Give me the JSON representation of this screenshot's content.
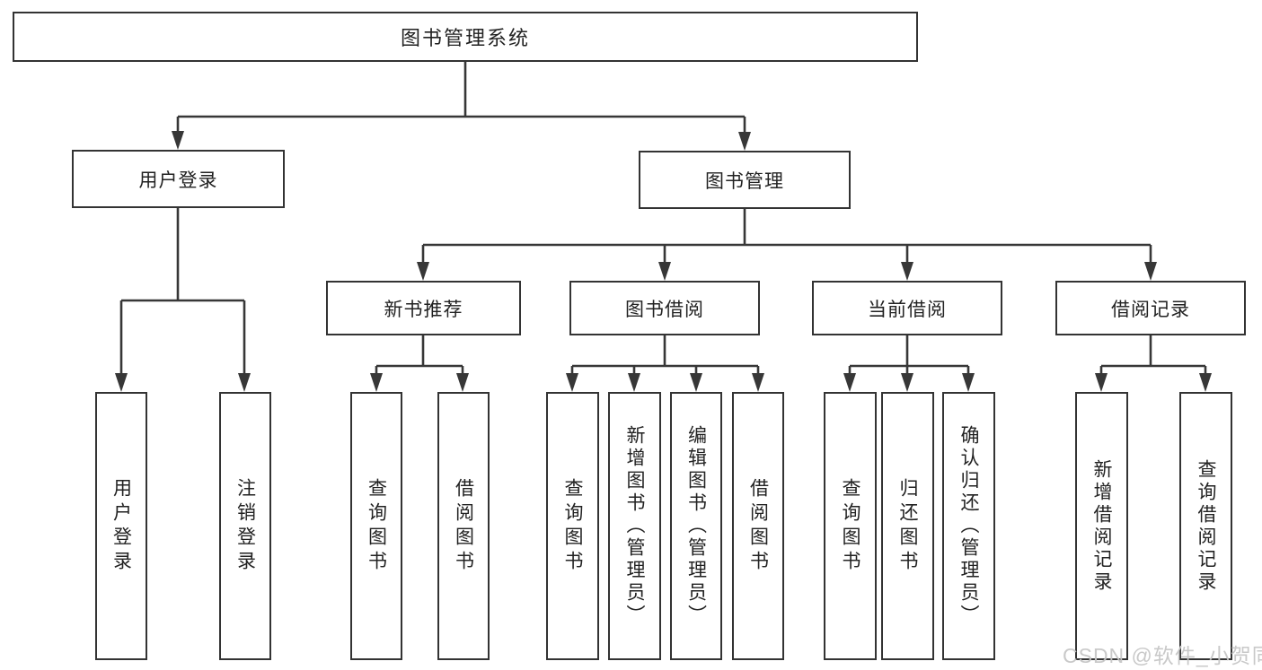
{
  "diagram": {
    "root": {
      "label": "图书管理系统"
    },
    "branches": [
      {
        "label": "用户登录",
        "children": [
          {
            "label": "用户登录"
          },
          {
            "label": "注销登录"
          }
        ]
      },
      {
        "label": "图书管理",
        "children": [
          {
            "label": "新书推荐",
            "children": [
              {
                "label": "查询图书"
              },
              {
                "label": "借阅图书"
              }
            ]
          },
          {
            "label": "图书借阅",
            "children": [
              {
                "label": "查询图书"
              },
              {
                "label": "新增图书（管理员）"
              },
              {
                "label": "编辑图书（管理员）"
              },
              {
                "label": "借阅图书"
              }
            ]
          },
          {
            "label": "当前借阅",
            "children": [
              {
                "label": "查询图书"
              },
              {
                "label": "归还图书"
              },
              {
                "label": "确认归还（管理员）"
              }
            ]
          },
          {
            "label": "借阅记录",
            "children": [
              {
                "label": "新增借阅记录"
              },
              {
                "label": "查询借阅记录"
              }
            ]
          }
        ]
      }
    ]
  },
  "watermark": {
    "text": "CSDN @软件_小贺同学",
    "color": "#c6c6c6"
  },
  "colors": {
    "line": "#373737",
    "box_border": "#333333",
    "text": "#222222",
    "background": "#ffffff"
  }
}
